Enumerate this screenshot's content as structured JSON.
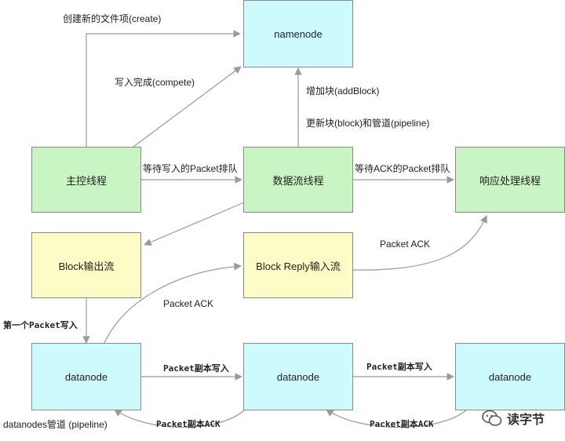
{
  "nodes": {
    "namenode": "namenode",
    "main_thread": "主控线程",
    "data_streamer": "数据流线程",
    "response_processor": "响应处理线程",
    "block_output": "Block输出流",
    "block_reply_input": "Block Reply输入流",
    "datanode1": "datanode",
    "datanode2": "datanode",
    "datanode3": "datanode"
  },
  "edges": {
    "create": "创建新的文件项(create)",
    "complete": "写入完成(compete)",
    "add_block": "增加块(addBlock)",
    "update_pipeline": "更新块(block)和管道(pipeline)",
    "wait_packet_queue": "等待写入的Packet排队",
    "wait_ack_queue": "等待ACK的Packet排队",
    "packet_ack_1": "Packet ACK",
    "packet_ack_2": "Packet ACK",
    "first_packet_write": "第一个Packet写入",
    "replica_write_1": "Packet副本写入",
    "replica_write_2": "Packet副本写入",
    "replica_ack_1": "Packet副本ACK",
    "replica_ack_2": "Packet副本ACK",
    "pipeline": "datanodes管道 (pipeline)"
  },
  "watermark": {
    "text": "读字节",
    "icon": "wechat-icon"
  },
  "colors": {
    "datanode_fill": "#ccfafd",
    "thread_fill": "#c9f4c3",
    "stream_fill": "#fdfcc6",
    "arrow": "#9a9a9a"
  }
}
